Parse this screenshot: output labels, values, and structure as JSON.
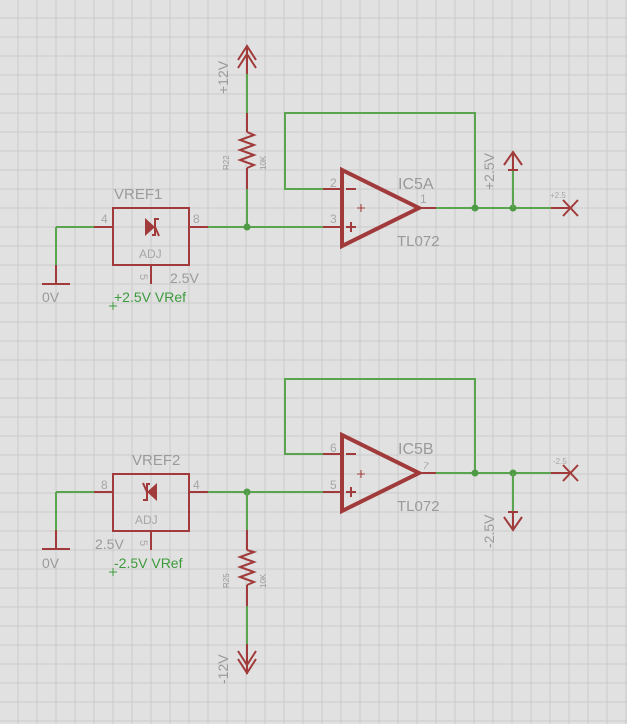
{
  "colors": {
    "background": "#e1e1e1",
    "grid": "#cbcbcb",
    "wire": "#5aa34f",
    "symbol": "#a13a3a",
    "label": "#9a9a9a",
    "net_label": "#3d9a3d"
  },
  "top_circuit": {
    "supply": {
      "name": "+12V"
    },
    "resistor": {
      "name": "R22",
      "value": "10K"
    },
    "vref": {
      "name": "VREF1",
      "pin_left": "4",
      "pin_right": "8",
      "pin_adj": "5",
      "adj_label": "ADJ",
      "voltage": "2.5V"
    },
    "ground": {
      "name": "0V"
    },
    "net_label": "+2.5V VRef",
    "opamp": {
      "name": "IC5A",
      "value": "TL072",
      "pin_inv": "2",
      "pin_noninv": "3",
      "pin_out": "1"
    },
    "output_supply": {
      "name": "+2.5V"
    },
    "output_marker": "+2.5"
  },
  "bottom_circuit": {
    "supply": {
      "name": "-12V"
    },
    "resistor": {
      "name": "R25",
      "value": "10K"
    },
    "vref": {
      "name": "VREF2",
      "pin_left": "8",
      "pin_right": "4",
      "pin_adj": "5",
      "adj_label": "ADJ",
      "voltage": "2.5V"
    },
    "ground": {
      "name": "0V"
    },
    "net_label": "-2.5V VRef",
    "opamp": {
      "name": "IC5B",
      "value": "TL072",
      "pin_inv": "6",
      "pin_noninv": "5",
      "pin_out": "7"
    },
    "output_supply": {
      "name": "-2.5V"
    },
    "output_marker": "-2.5"
  }
}
